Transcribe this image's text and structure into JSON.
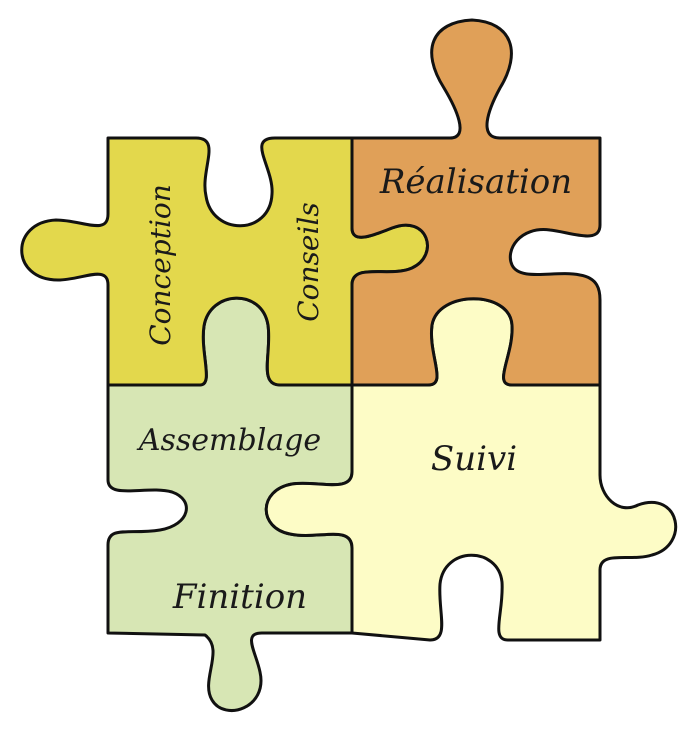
{
  "pieces": {
    "conception_conseils": {
      "color": "#e3d84c",
      "labels": [
        "Conception",
        "Conseils"
      ]
    },
    "realisation": {
      "color": "#e0a058",
      "label": "Réalisation"
    },
    "assemblage_finition": {
      "color": "#d7e6b4",
      "labels": [
        "Assemblage",
        "Finition"
      ]
    },
    "suivi": {
      "color": "#fdfcc6",
      "label": "Suivi"
    }
  },
  "outline_color": "#111111"
}
